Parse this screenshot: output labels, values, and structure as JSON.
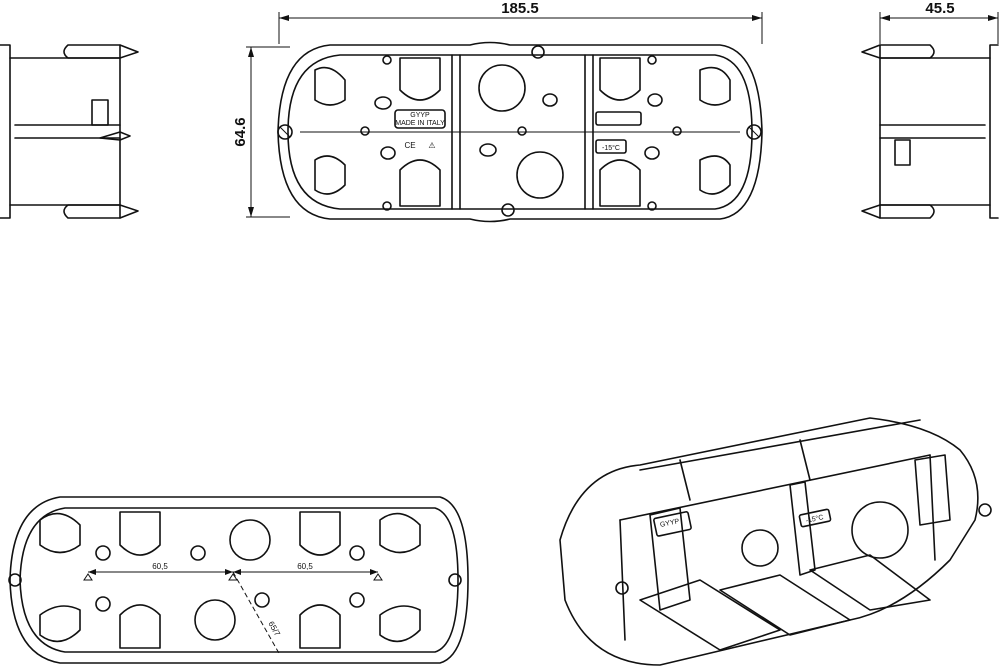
{
  "dimensions": {
    "width": "185.5",
    "height": "64.6",
    "depth": "45.5",
    "spacing_left": "60,5",
    "spacing_right": "60,5",
    "diagonal": "65/7"
  },
  "labels": {
    "brand": "GYYP",
    "made_in": "MADE IN ITALY",
    "temperature": "-15°C",
    "mark_ce": "CE",
    "mark_triangle": "⚠"
  },
  "colors": {
    "line": "#111111",
    "background": "#ffffff"
  }
}
